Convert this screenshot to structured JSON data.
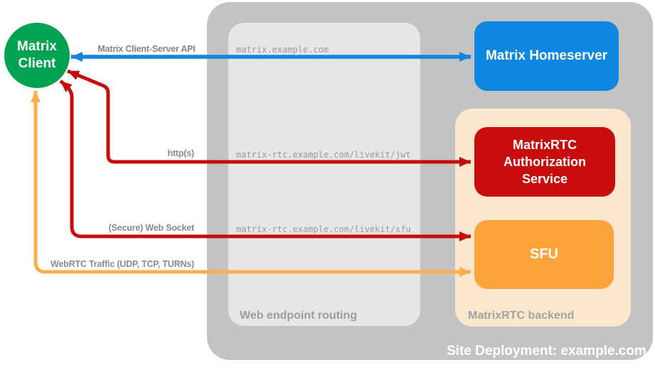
{
  "diagram": {
    "nodes": {
      "client": {
        "label": "Matrix Client",
        "color": "#00a34f"
      },
      "homeserver": {
        "label": "Matrix Homeserver",
        "color": "#0d87e0"
      },
      "auth": {
        "label": "MatrixRTC Authorization Service",
        "color": "#c80c0c"
      },
      "sfu": {
        "label": "SFU",
        "color": "#fca33c"
      }
    },
    "containers": {
      "outer": {
        "label": "Site Deployment: example.com",
        "color": "#c3c3c3"
      },
      "routing": {
        "label": "Web endpoint routing",
        "color": "#e6e6e6"
      },
      "backend": {
        "label": "MatrixRTC backend",
        "color": "#fbe7cd"
      }
    },
    "routes": [
      "matrix.example.com",
      "matrix-rtc.example.com/livekit/jwt",
      "matrix-rtc.example.com/livekit/sfu"
    ],
    "arrows": {
      "cs_api": {
        "label": "Matrix Client-Server API",
        "color": "#1286dc",
        "direction": "bidirectional"
      },
      "http": {
        "label": "http(s)",
        "color": "#c80c0c",
        "direction": "bidirectional"
      },
      "ws": {
        "label": "(Secure) Web Socket",
        "color": "#c80c0c",
        "direction": "bidirectional"
      },
      "webrtc": {
        "label": "WebRTC Traffic (UDP, TCP, TURNs)",
        "color": "#fbaf4e",
        "direction": "bidirectional"
      }
    }
  }
}
